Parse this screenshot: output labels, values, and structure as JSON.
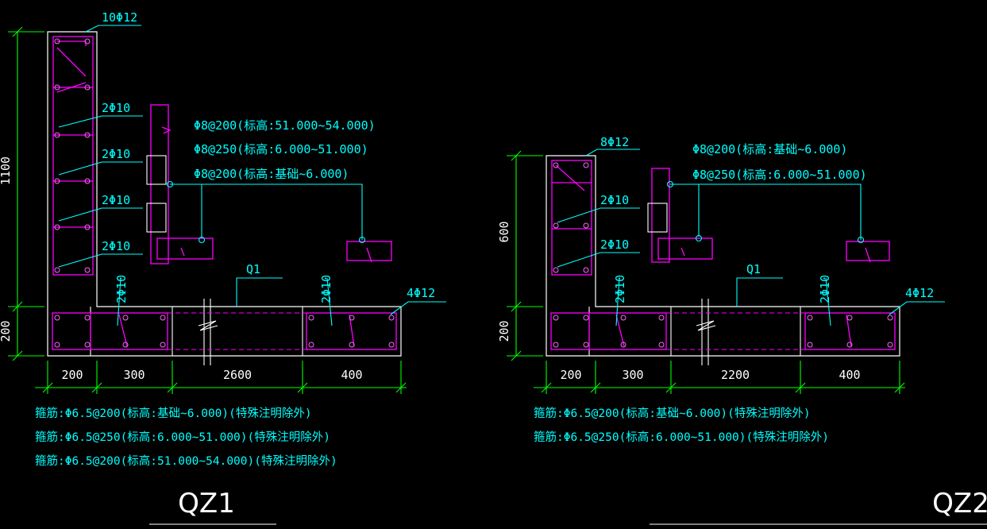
{
  "colors": {
    "background": "#000000",
    "outline": "#ffffff",
    "rebar": "#ff00ff",
    "dimension": "#00ff00",
    "annotation": "#00ffff"
  },
  "qz1": {
    "title": "QZ1",
    "main_bar": "10Φ12",
    "side_bars": [
      "2Φ10",
      "2Φ10",
      "2Φ10",
      "2Φ10"
    ],
    "vertical_bar": "2Φ10",
    "vertical_bar_right": "2Φ10",
    "end_bar": "4Φ12",
    "wall_label": "Q1",
    "stirrup_notes_right": [
      "Φ8@200(标高:51.000~54.000)",
      "Φ8@250(标高:6.000~51.000)",
      "Φ8@200(标高:基础~6.000)"
    ],
    "dim_vertical": [
      "1100",
      "200"
    ],
    "dim_horizontal": [
      "200",
      "300",
      "2600",
      "400"
    ],
    "stirrup_notes": [
      "箍筋:Φ6.5@200(标高:基础~6.000)(特殊注明除外)",
      "箍筋:Φ6.5@250(标高:6.000~51.000)(特殊注明除外)",
      "箍筋:Φ6.5@200(标高:51.000~54.000)(特殊注明除外)"
    ]
  },
  "qz2": {
    "title": "QZ2",
    "main_bar": "8Φ12",
    "side_bars": [
      "2Φ10",
      "2Φ10"
    ],
    "vertical_bar": "2Φ10",
    "vertical_bar_right": "2Φ10",
    "end_bar": "4Φ12",
    "wall_label": "Q1",
    "stirrup_notes_right": [
      "Φ8@200(标高:基础~6.000)",
      "Φ8@250(标高:6.000~51.000)"
    ],
    "dim_vertical": [
      "600",
      "200"
    ],
    "dim_horizontal": [
      "200",
      "300",
      "2200",
      "400"
    ],
    "stirrup_notes": [
      "箍筋:Φ6.5@200(标高:基础~6.000)(特殊注明除外)",
      "箍筋:Φ6.5@250(标高:6.000~51.000)(特殊注明除外)"
    ]
  }
}
